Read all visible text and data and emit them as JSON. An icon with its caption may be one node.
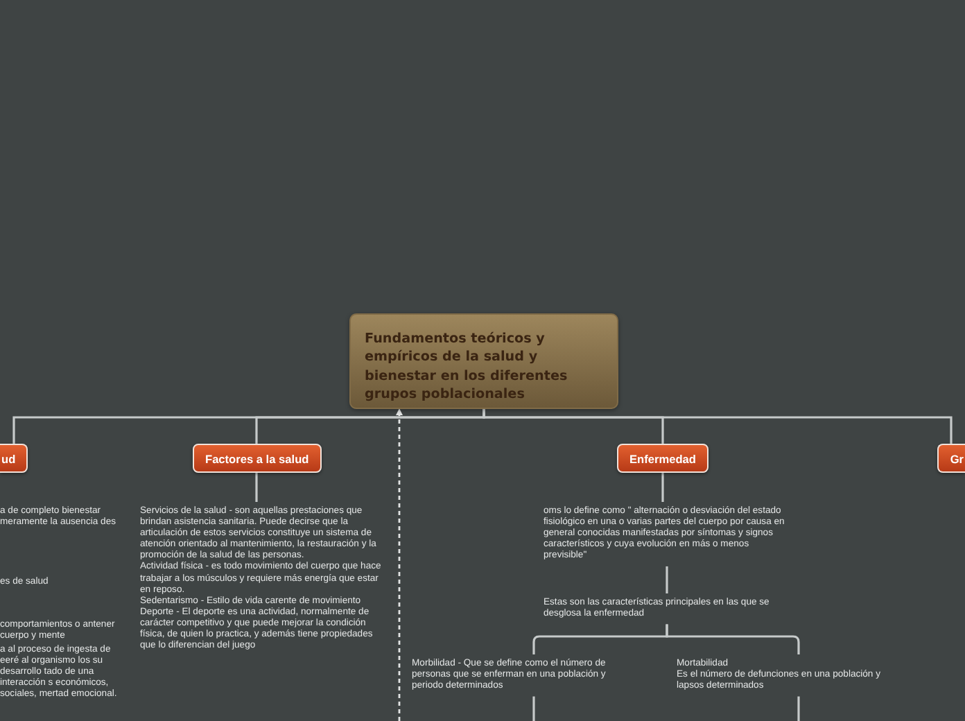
{
  "diagram": {
    "nodes": [
      {
        "text": [
          "Fundamentos teóricos y empíricos de la salud y bienestar en los diferentes grupos poblacionales"
        ]
      },
      {
        "text": [
          "ud"
        ]
      },
      {
        "text": [
          "Factores a la salud"
        ]
      },
      {
        "text": [
          "Enfermedad"
        ]
      },
      {
        "text": [
          "Gr"
        ]
      },
      {
        "text": [
          "Servicios de la salud - son aquellas prestaciones que brindan asistencia sanitaria. Puede decirse que la articulación de estos servicios constituye un sistema de atención orientado al mantenimiento, la restauración y la promoción de la salud de las personas.",
          "Actividad física - es todo movimiento del cuerpo que hace trabajar a los músculos y requiere más energía que estar en reposo.",
          "Sedentarismo - Estilo de vida carente de movimiento",
          "Deporte - El deporte es una actividad, normalmente de carácter competitivo y que puede mejorar la condición física, de quien lo practica, y además tiene propiedades que lo diferencian del juego"
        ]
      },
      {
        "text": [
          "oms lo define como \" alternación o desviación del estado fisiológico en una o varias partes del cuerpo por causa en general conocidas manifestadas por síntomas y signos característicos y cuya evolución en más o menos previsible\""
        ]
      },
      {
        "text": [
          "Estas son las características principales en las que se desglosa la enfermedad"
        ]
      },
      {
        "text": [
          "Morbilidad - Que se define como el número de personas que se enferman en una población y periodo determinados"
        ]
      },
      {
        "text": [
          "Mortabilidad",
          "Es el número de defunciones en una población y lapsos determinados"
        ]
      }
    ],
    "edges": [
      {
        "from": 0,
        "to": 1,
        "arrow": "none"
      },
      {
        "from": 0,
        "to": 2,
        "arrow": "none"
      },
      {
        "from": 0,
        "to": 3,
        "arrow": "none"
      },
      {
        "from": 0,
        "to": 4,
        "arrow": "none"
      },
      {
        "from": 2,
        "to": 5,
        "arrow": "none"
      },
      {
        "from": 3,
        "to": 6,
        "arrow": "none"
      },
      {
        "from": 6,
        "to": 7,
        "arrow": "none"
      },
      {
        "from": 7,
        "to": 8,
        "arrow": "none"
      },
      {
        "from": 7,
        "to": 9,
        "arrow": "none"
      },
      {
        "from": 8,
        "to": null,
        "arrow": "none"
      },
      {
        "from": 9,
        "to": null,
        "arrow": "none"
      },
      {
        "from": null,
        "to": 0,
        "arrow": "to",
        "style": "dashed"
      }
    ],
    "labels": [
      "a de completo bienestar meramente la ausencia des",
      "es de salud",
      "comportamientos o antener cuerpo y mente",
      "a al proceso de ingesta de eeré al organismo los su desarrollo tado de una interacción s económicos, sociales, mertad emocional."
    ]
  }
}
